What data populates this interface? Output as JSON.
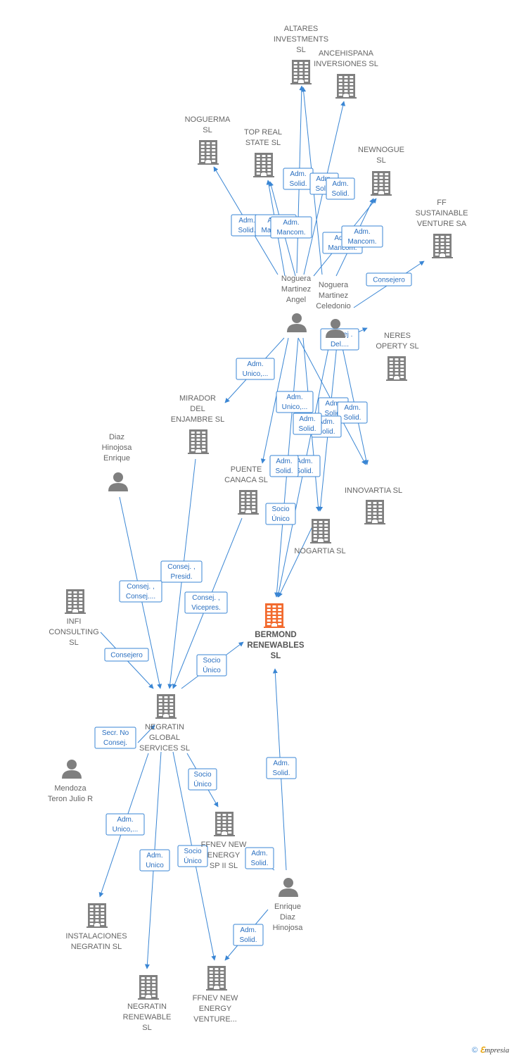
{
  "colors": {
    "edge": "#3a86d4",
    "company_icon": "#7f7f7f",
    "main_company_icon": "#f26a2e",
    "person_icon": "#7f7f7f",
    "label_text": "#666666"
  },
  "nodes": [
    {
      "id": "altares",
      "type": "company",
      "lines": [
        "ALTARES",
        "INVESTMENTS",
        "SL"
      ]
    },
    {
      "id": "ancehispana",
      "type": "company",
      "lines": [
        "ANCEHISPANA",
        "INVERSIONES SL"
      ]
    },
    {
      "id": "noguerma",
      "type": "company",
      "lines": [
        "NOGUERMA",
        "SL"
      ]
    },
    {
      "id": "topreal",
      "type": "company",
      "lines": [
        "TOP REAL",
        "STATE  SL"
      ]
    },
    {
      "id": "newnogue",
      "type": "company",
      "lines": [
        "NEWNOGUE",
        "SL"
      ]
    },
    {
      "id": "ffsustainable",
      "type": "company",
      "lines": [
        "FF",
        "SUSTAINABLE",
        "VENTURE SA"
      ]
    },
    {
      "id": "nogueraangel",
      "type": "person",
      "lines": [
        "Noguera",
        "Martinez",
        "Angel"
      ]
    },
    {
      "id": "noguerceledonio",
      "type": "person",
      "lines": [
        "Noguera",
        "Martinez",
        "Celedonio"
      ]
    },
    {
      "id": "nineres",
      "type": "company",
      "lines": [
        "NERES",
        "OPERTY  SL"
      ]
    },
    {
      "id": "mirador",
      "type": "company",
      "lines": [
        "MIRADOR",
        "DEL",
        "ENJAMBRE SL"
      ]
    },
    {
      "id": "diazenrique",
      "type": "person",
      "lines": [
        "Diaz",
        "Hinojosa",
        "Enrique"
      ]
    },
    {
      "id": "puente",
      "type": "company",
      "lines": [
        "PUENTE",
        "CANACA SL"
      ]
    },
    {
      "id": "innovartia",
      "type": "company",
      "lines": [
        "INNOVARTIA SL"
      ]
    },
    {
      "id": "nogartia",
      "type": "company",
      "lines": [
        "NOGARTIA  SL"
      ]
    },
    {
      "id": "infi",
      "type": "company",
      "lines": [
        "INFI",
        "CONSULTING",
        "SL"
      ]
    },
    {
      "id": "bermond",
      "type": "main",
      "lines": [
        "BERMOND",
        "RENEWABLES",
        "SL"
      ]
    },
    {
      "id": "negratin",
      "type": "company",
      "lines": [
        "NEGRATIN",
        "GLOBAL",
        "SERVICES  SL"
      ]
    },
    {
      "id": "mendoza",
      "type": "person",
      "lines": [
        "Mendoza",
        "Teron Julio R"
      ]
    },
    {
      "id": "ffnev2",
      "type": "company",
      "lines": [
        "FFNEV NEW",
        "ENERGY",
        "SP II  SL"
      ]
    },
    {
      "id": "enriquediaz",
      "type": "person",
      "lines": [
        "Enrique",
        "Diaz",
        "Hinojosa"
      ]
    },
    {
      "id": "instalaciones",
      "type": "company",
      "lines": [
        "INSTALACIONES",
        "NEGRATIN SL"
      ]
    },
    {
      "id": "negratinrenew",
      "type": "company",
      "lines": [
        "NEGRATIN",
        "RENEWABLE",
        "SL"
      ]
    },
    {
      "id": "ffnevventure",
      "type": "company",
      "lines": [
        "FFNEV NEW",
        "ENERGY",
        "VENTURE..."
      ]
    }
  ],
  "edges": [
    {
      "id": "e1",
      "from": "nogueraangel",
      "to": "noguerma",
      "lines": [
        "Adm.",
        "Solid."
      ]
    },
    {
      "id": "e2",
      "from": "nogueraangel",
      "to": "topreal",
      "lines": [
        "Adm.",
        "Mancom."
      ]
    },
    {
      "id": "e3",
      "from": "noguerceledonio",
      "to": "topreal",
      "lines": [
        "Adm.",
        "Mancom."
      ]
    },
    {
      "id": "e4",
      "from": "nogueraangel",
      "to": "altares",
      "lines": [
        "Adm.",
        "Solid."
      ]
    },
    {
      "id": "e5",
      "from": "noguerceledonio",
      "to": "altares",
      "lines": [
        "Adm.",
        "Solid."
      ]
    },
    {
      "id": "e6",
      "from": "nogueraangel",
      "to": "ancehispana",
      "lines": [
        "Adm.",
        "Solid."
      ]
    },
    {
      "id": "e7",
      "from": "nogueraangel",
      "to": "newnogue",
      "lines": [
        "Adm.",
        "Mancom."
      ]
    },
    {
      "id": "e8",
      "from": "noguerceledonio",
      "to": "newnogue",
      "lines": [
        "Adm.",
        "Mancom."
      ]
    },
    {
      "id": "e9",
      "from": "noguerceledonio",
      "to": "ffsustainable",
      "lines": [
        "Consejero"
      ]
    },
    {
      "id": "e10",
      "from": "nogueraangel",
      "to": "mirador",
      "lines": [
        "Adm.",
        "Unico,..."
      ]
    },
    {
      "id": "e11",
      "from": "noguerceledonio",
      "to": "nineres",
      "lines": [
        "Consej .",
        "Del...."
      ]
    },
    {
      "id": "e12",
      "from": "nogueraangel",
      "to": "puente",
      "lines": [
        "Adm.",
        "Unico,..."
      ]
    },
    {
      "id": "e13",
      "from": "nogueraangel",
      "to": "innovartia",
      "lines": [
        "Adm.",
        "Solid."
      ]
    },
    {
      "id": "e14",
      "from": "noguerceledonio",
      "to": "innovartia",
      "lines": [
        "Adm.",
        "Solid."
      ]
    },
    {
      "id": "e15",
      "from": "nogueraangel",
      "to": "nogartia",
      "lines": [
        "Adm.",
        "Solid."
      ]
    },
    {
      "id": "e16",
      "from": "noguerceledonio",
      "to": "nogartia",
      "lines": [
        "Adm.",
        "Solid."
      ]
    },
    {
      "id": "e17",
      "from": "nogueraangel",
      "to": "bermond",
      "lines": [
        "Adm.",
        "Solid."
      ]
    },
    {
      "id": "e18",
      "from": "noguerceledonio",
      "to": "bermond",
      "lines": [
        "Adm.",
        "Solid."
      ]
    },
    {
      "id": "e19",
      "from": "nogartia",
      "to": "bermond",
      "lines": [
        "Socio",
        "Único"
      ]
    },
    {
      "id": "e20",
      "from": "mirador",
      "to": "negratin",
      "lines": [
        "Consej. ,",
        "Presid."
      ]
    },
    {
      "id": "e21",
      "from": "diazenrique",
      "to": "negratin",
      "lines": [
        "Consej. ,",
        "Consej...."
      ]
    },
    {
      "id": "e22",
      "from": "puente",
      "to": "negratin",
      "lines": [
        "Consej. ,",
        "Vicepres."
      ]
    },
    {
      "id": "e23",
      "from": "infi",
      "to": "negratin",
      "lines": [
        "Consejero"
      ]
    },
    {
      "id": "e24",
      "from": "negratin",
      "to": "bermond",
      "lines": [
        "Socio",
        "Único"
      ]
    },
    {
      "id": "e25",
      "from": "mendoza",
      "to": "negratin",
      "lines": [
        "Secr.  No",
        "Consej."
      ]
    },
    {
      "id": "e26",
      "from": "negratin",
      "to": "ffnev2",
      "lines": [
        "Socio",
        "Único"
      ]
    },
    {
      "id": "e27",
      "from": "enriquediaz",
      "to": "bermond",
      "lines": [
        "Adm.",
        "Solid."
      ]
    },
    {
      "id": "e28",
      "from": "enriquediaz",
      "to": "ffnev2",
      "lines": [
        "Adm.",
        "Solid."
      ]
    },
    {
      "id": "e29",
      "from": "negratin",
      "to": "instalaciones",
      "lines": [
        "Adm.",
        "Unico,..."
      ]
    },
    {
      "id": "e30",
      "from": "negratin",
      "to": "negratinrenew",
      "lines": [
        "Adm.",
        "Unico"
      ]
    },
    {
      "id": "e31",
      "from": "negratin",
      "to": "ffnevventure",
      "lines": [
        "Socio",
        "Único"
      ]
    },
    {
      "id": "e32",
      "from": "enriquediaz",
      "to": "ffnevventure",
      "lines": [
        "Adm.",
        "Solid."
      ]
    }
  ],
  "footer": {
    "copyright": "©",
    "brand_initial": "ℇ",
    "brand_rest": "mpresia"
  }
}
